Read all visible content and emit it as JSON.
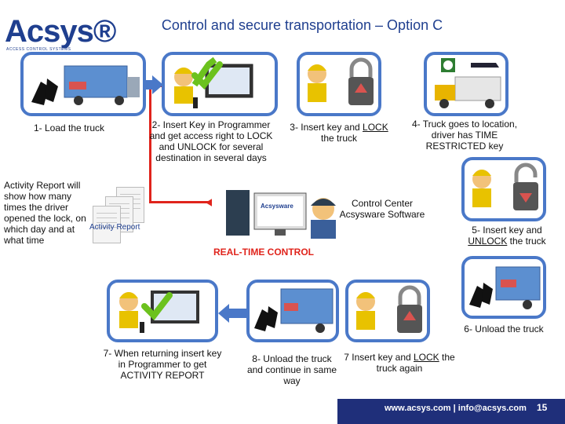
{
  "header": {
    "logo": "Acsys®",
    "logo_sub": "ACCESS CONTROL SYSTEMS",
    "title": "Control and secure transportation – Option C"
  },
  "steps": [
    {
      "id": 1,
      "label": "1- Load the truck"
    },
    {
      "id": 2,
      "label": "2- Insert Key in Programmer and get access right to LOCK and UNLOCK for several destination in several days"
    },
    {
      "id": 3,
      "label_a": "3- Insert key and ",
      "label_u": "LOCK",
      "label_b": " the truck"
    },
    {
      "id": 4,
      "label": "4- Truck goes to location, driver has TIME RESTRICTED key"
    },
    {
      "id": 5,
      "label_a": "5- Insert key and ",
      "label_u": "UNLOCK",
      "label_b": " the truck"
    },
    {
      "id": 6,
      "label": "6- Unload the truck"
    },
    {
      "id": 7,
      "label": "7- When returning insert key in Programmer to get ACTIVITY REPORT"
    },
    {
      "id": 71,
      "label_a": "7 Insert key and ",
      "label_u": "LOCK",
      "label_b": " the truck again"
    },
    {
      "id": 8,
      "label": "8- Unload the truck and continue in same way"
    }
  ],
  "center": {
    "control_center": "Control Center Acsysware Software",
    "realtime": "REAL-TIME CONTROL",
    "screen_brand": "Acsysware",
    "activity_note": "Activity Report will show how many times the driver opened the lock, on which day and at what time",
    "activity_label": "Activity Report"
  },
  "footer": {
    "web": "www.acsys.com | info@acsys.com",
    "page": "15"
  },
  "colors": {
    "panel_border": "#4a78c8",
    "title": "#1f3f8f",
    "accent_red": "#e0241c",
    "check_green": "#6cc21e"
  }
}
